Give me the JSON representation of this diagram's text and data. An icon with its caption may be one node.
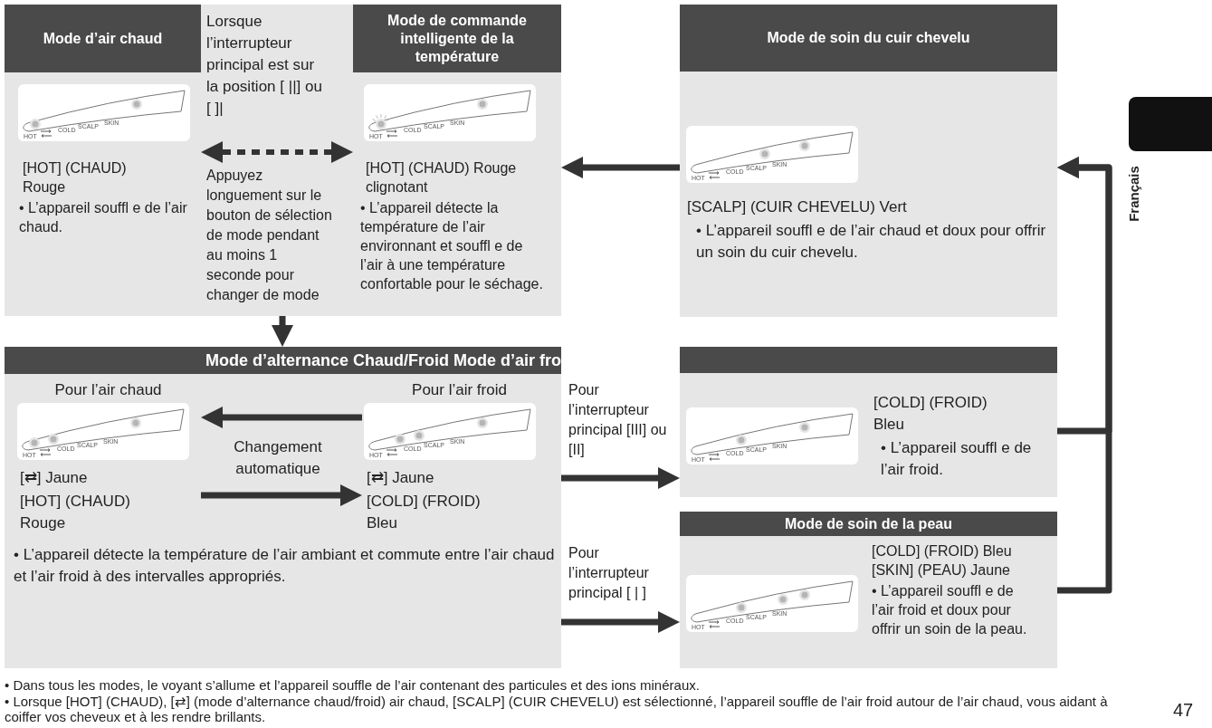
{
  "diagram": {
    "nodes": [
      {
        "text": [],
        "shape": "box"
      },
      {
        "text": [
          "Mode d’air chaud",
          "[HOT] (CHAUD) Rouge",
          "• L’appareil souffl e de l’air chaud."
        ],
        "in": 0
      },
      {
        "text": [
          "HOT",
          "COLD",
          "SCALP",
          "SKIN"
        ],
        "in": 1
      },
      {
        "text": [
          "Mode de commande intelligente de la température",
          "[HOT] (CHAUD) Rouge clignotant",
          "• L’appareil détecte la température de l’air environnant et souffl e de l’air à une température confortable pour le séchage."
        ],
        "in": 0
      },
      {
        "text": [
          "HOT",
          "COLD",
          "SCALP",
          "SKIN"
        ],
        "in": 3
      },
      {
        "text": [
          "Mode de soin du cuir chevelu",
          "[SCALP] (CUIR CHEVELU) Vert",
          "• L’appareil souffl e de l’air chaud et doux pour offrir un soin du cuir chevelu."
        ]
      },
      {
        "text": [
          "HOT",
          "COLD",
          "SCALP",
          "SKIN"
        ],
        "in": 5
      },
      {
        "text": [
          "Mode d’alternance Chaud/Froid Mode d’air fro",
          "• L’appareil détecte la température de l’air ambiant et commute entre l’air chaud et l’air froid à des intervalles appropriés."
        ]
      },
      {
        "text": [
          "Pour l’air chaud",
          "[⇄] Jaune",
          "[HOT] (CHAUD) Rouge"
        ],
        "in": 7
      },
      {
        "text": [
          "HOT",
          "COLD",
          "SCALP",
          "SKIN"
        ],
        "in": 8
      },
      {
        "text": [
          "Pour l’air froid",
          "[⇄] Jaune",
          "[COLD] (FROID) Bleu"
        ],
        "in": 7
      },
      {
        "text": [
          "HOT",
          "COLD",
          "SCALP",
          "SKIN"
        ],
        "in": 10
      },
      {
        "text": [
          "[COLD] (FROID) Bleu",
          "• L’appareil souffl e de l’air froid."
        ]
      },
      {
        "text": [
          "HOT",
          "COLD",
          "SCALP",
          "SKIN"
        ],
        "in": 12
      },
      {
        "text": [
          "Mode de soin de la peau",
          "[COLD] (FROID) Bleu [SKIN] (PEAU) Jaune",
          "• L’appareil souffl e de l’air froid et doux pour offrir un soin de la peau."
        ]
      },
      {
        "text": [
          "HOT",
          "COLD",
          "SCALP",
          "SKIN"
        ],
        "in": 14
      },
      {
        "text": [],
        "shape": "box"
      }
    ],
    "edges": [
      {
        "from": 1,
        "to": 3,
        "arrow": "both",
        "style": "dashed"
      },
      {
        "from": 0,
        "to": 7,
        "arrow": "to"
      },
      {
        "from": 10,
        "to": 8,
        "arrow": "to"
      },
      {
        "from": 8,
        "to": 10,
        "arrow": "to"
      },
      {
        "from": 7,
        "to": 12,
        "arrow": "to",
        "label": "Pour l’interrupteur principal [III] ou [II]"
      },
      {
        "from": 7,
        "to": 14,
        "arrow": "to",
        "label": "Pour l’interrupteur principal [ | ]"
      },
      {
        "from": 5,
        "to": 3,
        "arrow": "to"
      },
      {
        "from": 12,
        "to": 5,
        "arrow": "to"
      },
      {
        "from": 14,
        "to": 5,
        "arrow": "to"
      }
    ],
    "labels": [
      "Lorsque l’interrupteur principal est sur la position [ ||] ou [ ]|",
      "Appuyez longuement sur le bouton de sélection de mode pendant au moins 1 seconde pour changer de mode",
      "Changement automatique",
      "Français",
      "• Dans tous les modes, le voyant s’allume et l’appareil souffle de l’air contenant des particules et des ions minéraux.",
      "• Lorsque [HOT] (CHAUD), [⇄] (mode d’alternance chaud/froid) air chaud, [SCALP] (CUIR CHEVELU) est sélectionné, l’appareil souffle de l’air froid autour de l’air chaud, vous aidant à coiffer vos cheveux et à les rendre brillants.",
      "47"
    ]
  }
}
